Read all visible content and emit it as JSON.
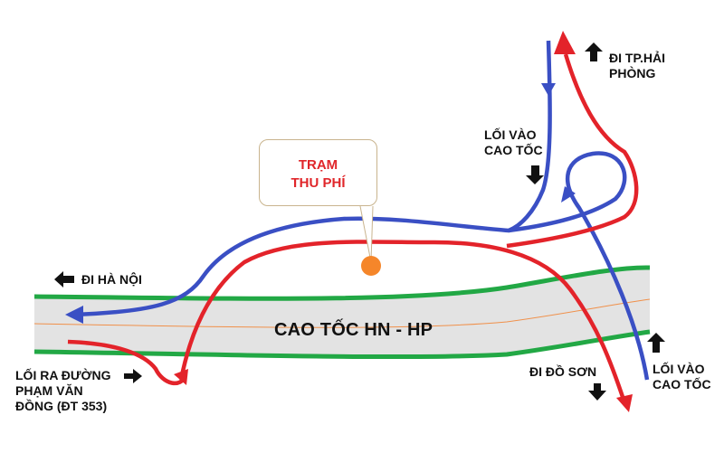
{
  "map": {
    "highway": {
      "name": "CAO TỐC HN - HP",
      "edge_color": "#22a845",
      "fill_color": "#e3e3e3",
      "centerline_color": "#f0904a"
    },
    "toll_station": {
      "label_line1": "TRẠM",
      "label_line2": "THU PHÍ",
      "marker_color": "#f5862a",
      "text_color": "#e0262a"
    },
    "routes": {
      "red_color": "#e3232a",
      "blue_color": "#3a4fc4"
    },
    "labels": {
      "to_hai_phong_1": "ĐI TP.HẢI",
      "to_hai_phong_2": "PHÒNG",
      "entry_top_1": "LỐI VÀO",
      "entry_top_2": "CAO TỐC",
      "to_ha_noi": "ĐI HÀ NỘI",
      "exit_pvd_1": "LỐI RA ĐƯỜNG",
      "exit_pvd_2": "PHẠM VĂN",
      "exit_pvd_3": "ĐỒNG (ĐT 353)",
      "to_do_son": "ĐI ĐỒ SƠN",
      "entry_bottom_1": "LỐI VÀO",
      "entry_bottom_2": "CAO TỐC"
    },
    "direction_icons": [
      "arrow-up-icon",
      "arrow-down-icon",
      "arrow-left-icon",
      "arrow-right-icon"
    ]
  }
}
